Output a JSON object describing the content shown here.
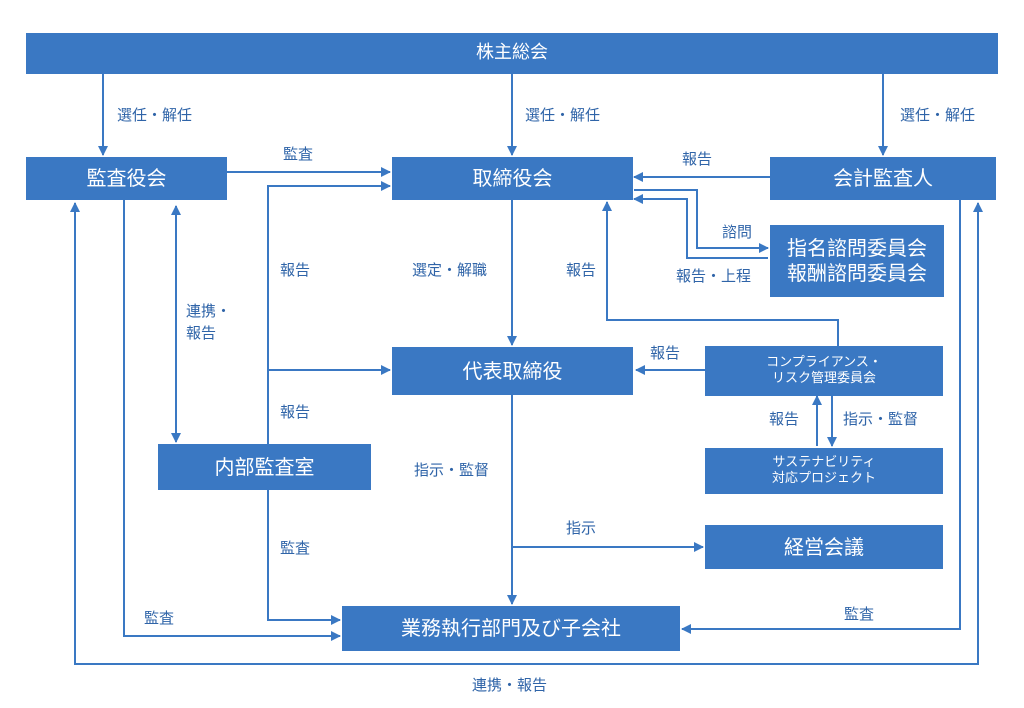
{
  "nodes": {
    "shareholders_meeting": "株主総会",
    "audit_board": "監査役会",
    "board_of_directors": "取締役会",
    "accounting_auditor": "会計監査人",
    "advisory_committee_1": "指名諮問委員会",
    "advisory_committee_2": "報酬諮問委員会",
    "representative_director": "代表取締役",
    "compliance_committee_1": "コンプライアンス・",
    "compliance_committee_2": "リスク管理委員会",
    "sustainability_project_1": "サステナビリティ",
    "sustainability_project_2": "対応プロジェクト",
    "internal_audit_office": "内部監査室",
    "management_meeting": "経営会議",
    "business_divisions": "業務執行部門及び子会社"
  },
  "labels": {
    "appoint_dismiss_left": "選任・解任",
    "appoint_dismiss_center": "選任・解任",
    "appoint_dismiss_right": "選任・解任",
    "audit_to_board": "監査",
    "report_from_accounting_auditor": "報告",
    "consultation": "諮問",
    "report_submission": "報告・上程",
    "report_internal_to_board": "報告",
    "select_dismiss": "選定・解職",
    "report_compliance_to_board": "報告",
    "cooperate_report_1": "連携・",
    "cooperate_report_2": "報告",
    "report_compliance_to_rep": "報告",
    "report_internal_to_rep": "報告",
    "report_project_to_compliance": "報告",
    "instruct_supervise_project": "指示・監督",
    "instruct_supervise_business": "指示・監督",
    "instruct_management": "指示",
    "audit_internal_to_business": "監査",
    "audit_board_to_business": "監査",
    "audit_accounting_to_business": "監査",
    "cooperate_report_bottom": "連携・報告"
  },
  "colors": {
    "box": "#3a78c3",
    "label": "#2f64a8"
  }
}
